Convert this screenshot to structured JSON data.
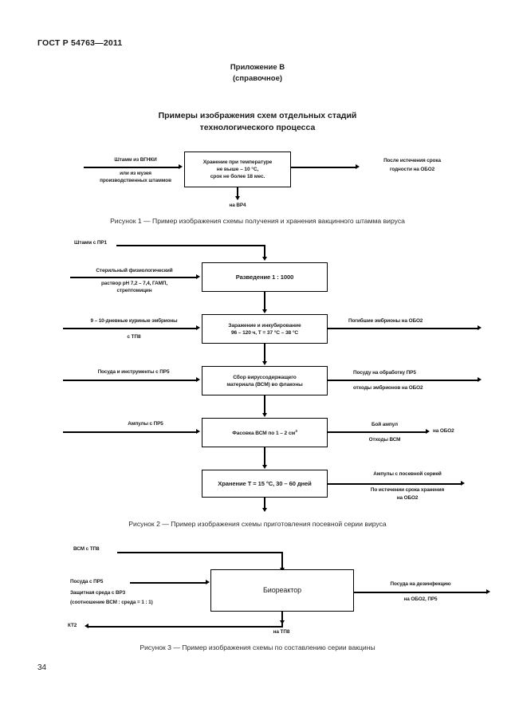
{
  "document": {
    "standard_header": "ГОСТ Р 54763—2011",
    "page_number": "34",
    "appendix_title": "Приложение В",
    "appendix_subtitle": "(справочное)",
    "main_title_line1": "Примеры изображения схем отдельных стадий",
    "main_title_line2": "технологического процесса"
  },
  "figure1": {
    "caption": "Рисунок 1 — Пример изображения схемы получения и хранения вакцинного штамма вируса",
    "input_line1": "Штамм из ВГНКИ",
    "input_line2": "или из музея",
    "input_line3": "производственных штаммов",
    "box_line1": "Хранение при температуре",
    "box_line2": "не выше – 10 °С,",
    "box_line3": "срок не более 18 мес.",
    "output_line1": "После истечения срока",
    "output_line2": "годности на ОБО2",
    "down_label": "на ВР4"
  },
  "figure2": {
    "caption": "Рисунок 2 — Пример изображения схемы приготовления посевной серии вируса",
    "top_input": "Штамм с ПР1",
    "step1": {
      "in_line1": "Стерильный физиологический",
      "in_line2": "раствор рН 7,2 – 7,4, ГАМП,",
      "in_line3": "стрептомицин",
      "box": "Разведение 1 : 1000"
    },
    "step2": {
      "in_line1": "9 – 10-дневные куриные эмбрионы",
      "in_line2": "с ТП8",
      "box_line1": "Заражение и инкубирование",
      "box_line2": "96 – 120 ч, Т = 37 °С – 38 °С",
      "out_line1": "Погибшие эмбрионы на ОБО2"
    },
    "step3": {
      "in_line1": "Посуда и инструменты с ПР5",
      "box_line1": "Сбор вируссодержащего",
      "box_line2": "материала (ВСМ) во флаконы",
      "out_line1": "Посуду на обработку ПР5",
      "out_line2": "отходы эмбрионов на ОБО2"
    },
    "step4": {
      "in_line1": "Ампулы с ПР5",
      "box_prefix": "Фасовка ВСМ по 1 – 2 см",
      "box_sup": "3",
      "out_line1": "Бой ампул",
      "out_line2": "Отходы ВСМ",
      "out_tail": "на ОБО2"
    },
    "step5": {
      "box": "Хранение Т = 15 °С, 30 – 60 дней",
      "out_line1": "Ампулы с посевной серией",
      "out_line2": "По истечении срока хранения",
      "out_line3": "на ОБО2"
    }
  },
  "figure3": {
    "caption": "Рисунок 3 — Пример изображения схемы по составлению серии вакцины",
    "top_input": "ВСМ с ТП8",
    "left_line1": "Посуда с ПР5",
    "left_line2": "Защитная среда с ВР3",
    "left_line3": "(соотношение ВСМ : среда = 1 : 1)",
    "box": "Биореактор",
    "out_line1": "Посуда на дезинфекцию",
    "out_line2": "на ОБО2, ПР5",
    "bottom_left": "КТ2",
    "bottom_label": "на ТП8"
  }
}
